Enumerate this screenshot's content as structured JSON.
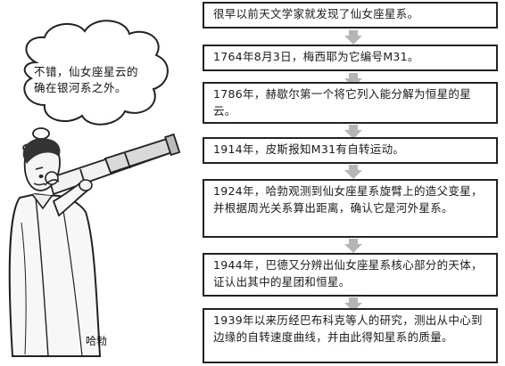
{
  "speech_bubble": {
    "text": "不错，仙女座星云的确在银河系之外。"
  },
  "figure_label": "哈勃",
  "timeline": [
    {
      "text": "很早以前天文学家就发现了仙女座星系。"
    },
    {
      "text": "1764年8月3日，梅西耶为它编号M31。"
    },
    {
      "text": "1786年，赫歇尔第一个将它列入能分解为恒星的星云。"
    },
    {
      "text": "1914年，皮斯报知M31有自转运动。"
    },
    {
      "text": "1924年，哈勃观测到仙女座星系旋臂上的造父变星，并根据周光关系算出距离，确认它是河外星系。"
    },
    {
      "text": "1944年，巴德又分辨出仙女座星系核心部分的天体，证认出其中的星团和恒星。"
    },
    {
      "text": "1939年以来历经巴布科克等人的研究，测出从中心到边缘的自转速度曲线，并由此得知星系的质量。"
    }
  ]
}
